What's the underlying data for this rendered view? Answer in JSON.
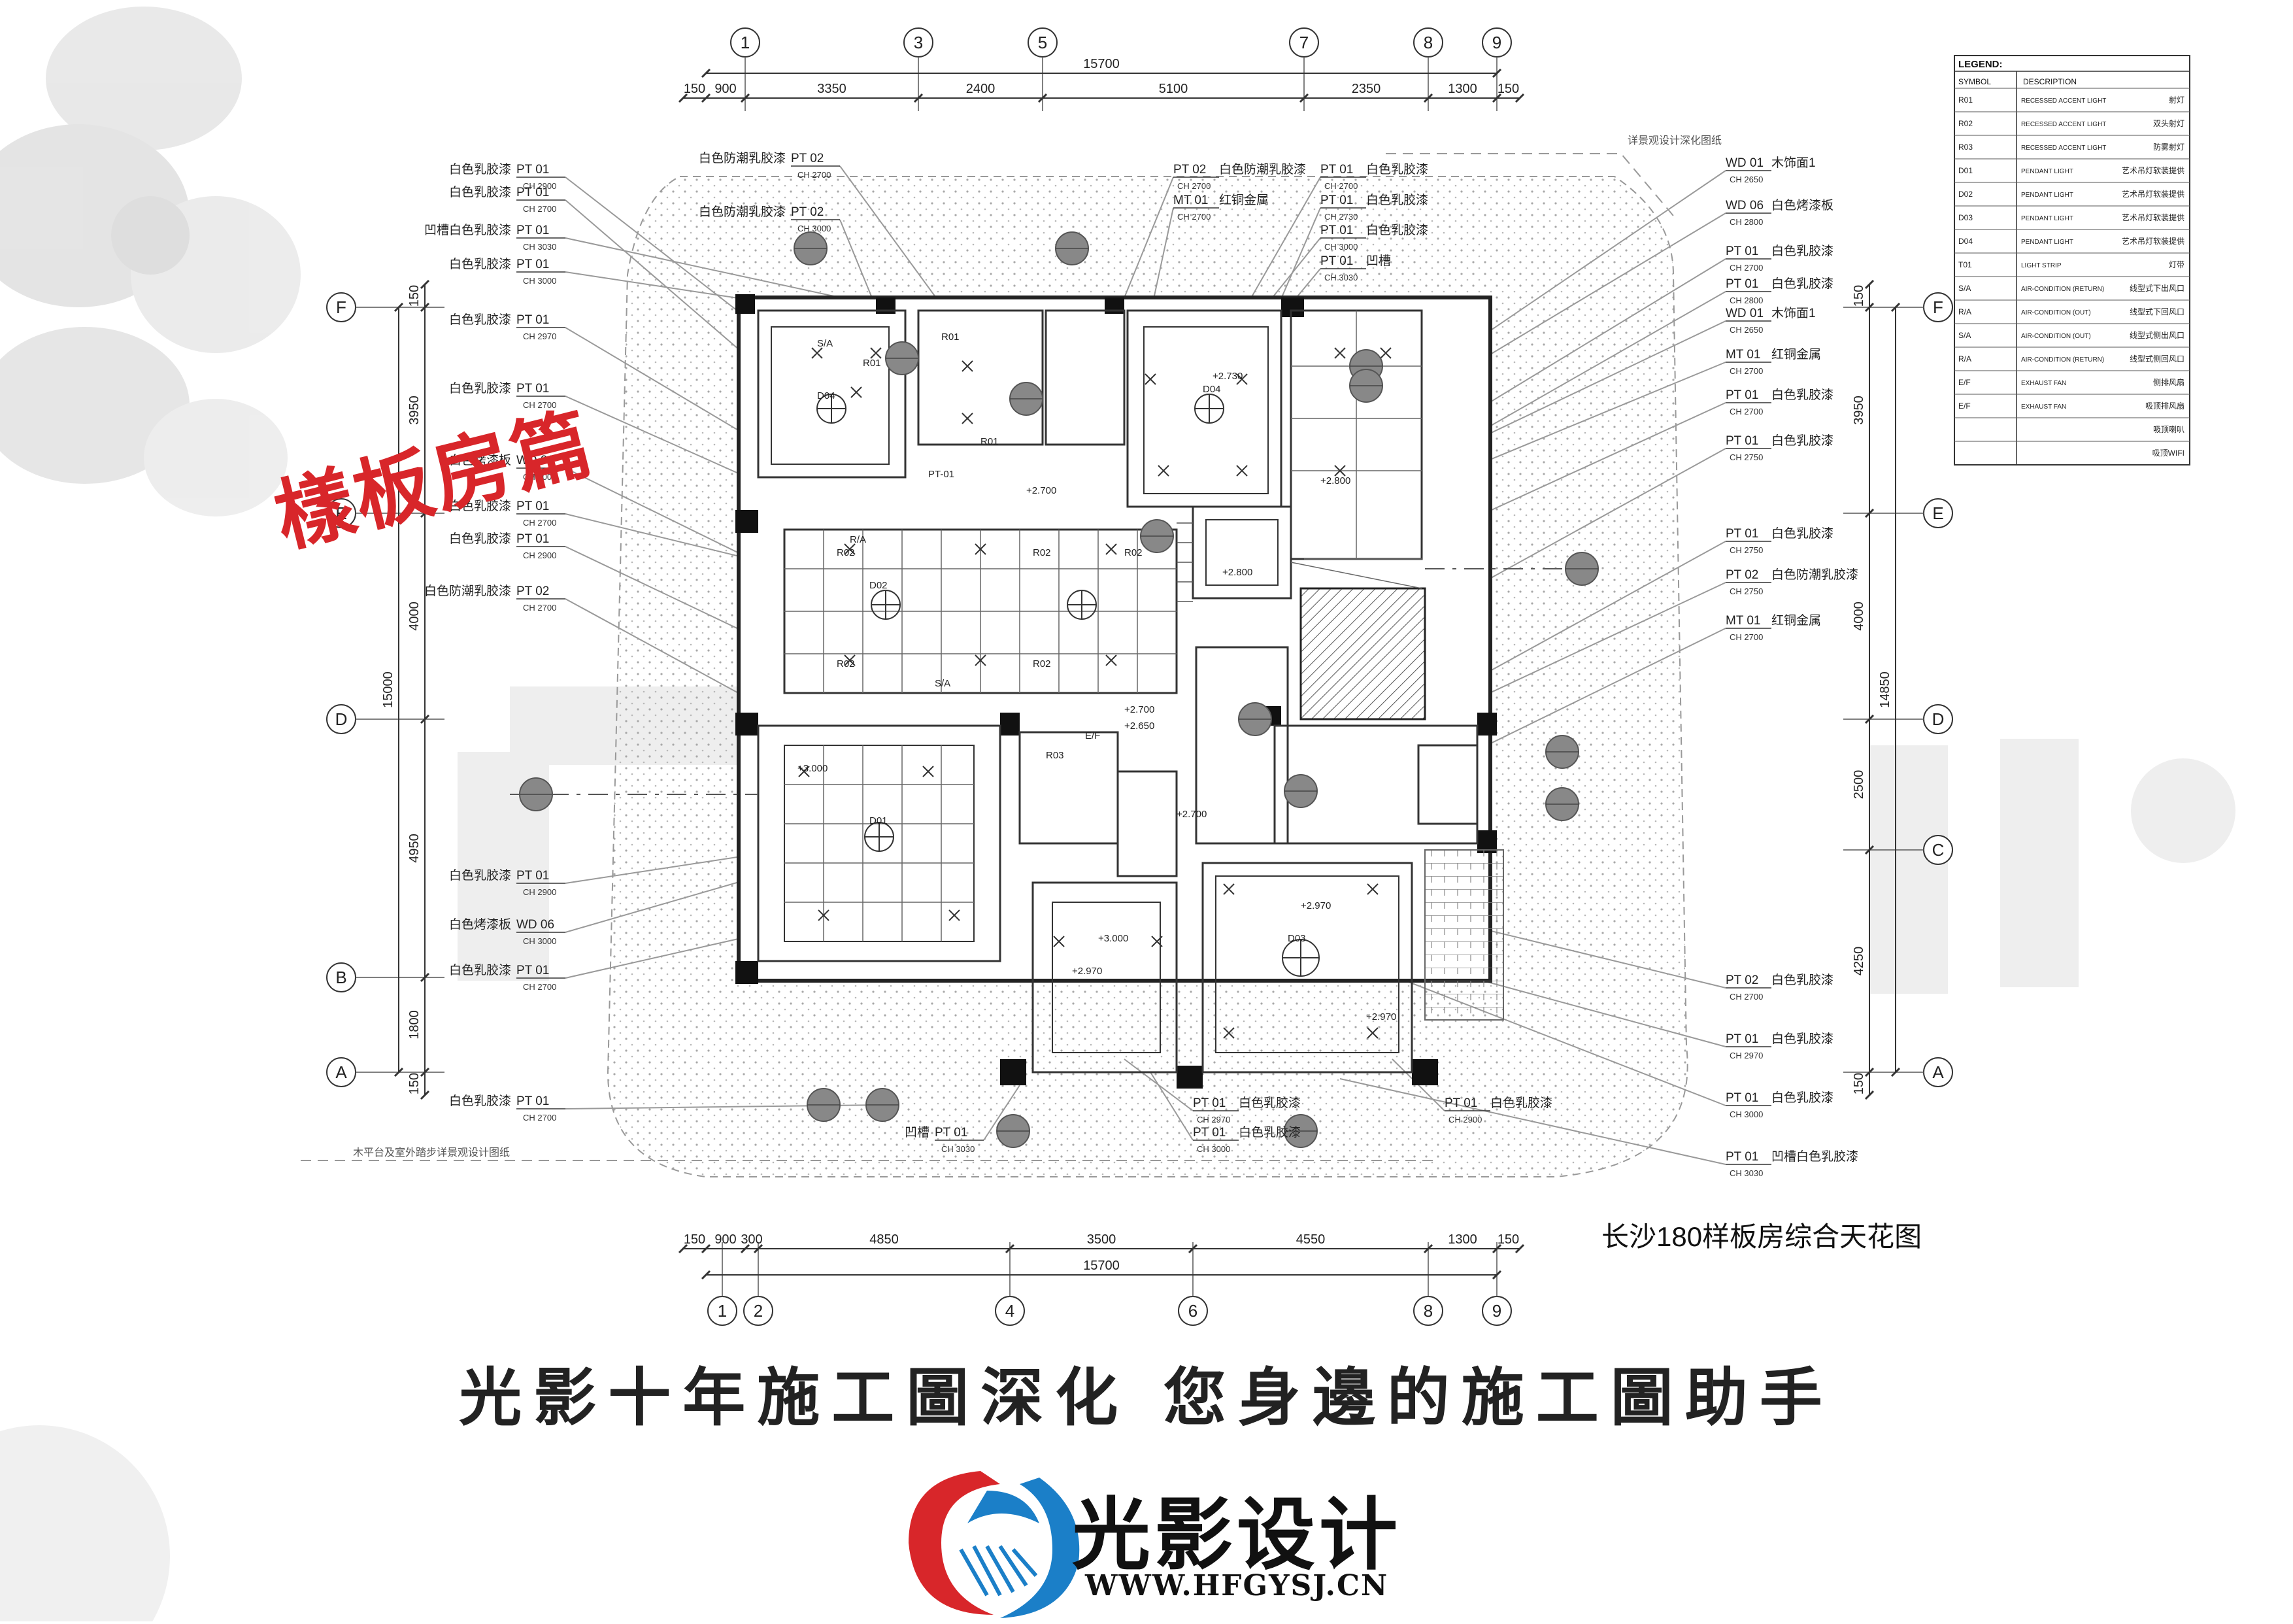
{
  "stamp_text": "樣板房篇",
  "slogan": "光影十年施工圖深化  您身邊的施工圖助手",
  "brand": {
    "name": "光影设计",
    "url": "WWW.HFGYSJ.CN"
  },
  "drawing_title": "长沙180样板房综合天花图",
  "grid": {
    "top_labels": [
      "1",
      "3",
      "5",
      "7",
      "8",
      "9"
    ],
    "bottom_labels": [
      "1",
      "2",
      "4",
      "6",
      "8",
      "9"
    ],
    "left_labels": [
      "F",
      "E",
      "D",
      "B",
      "A"
    ],
    "right_labels": [
      "F",
      "E",
      "D",
      "C",
      "A"
    ],
    "top_dims": [
      "150",
      "900",
      "3350",
      "2400",
      "5100",
      "2350",
      "1300",
      "150"
    ],
    "top_total": "15700",
    "bottom_dims": [
      "150",
      "900",
      "300",
      "4850",
      "3500",
      "4550",
      "1300",
      "150"
    ],
    "bottom_total": "15700",
    "left_dims": [
      "150",
      "3950",
      "4000",
      "4950",
      "1800",
      "150"
    ],
    "left_total": "15000",
    "right_dims": [
      "150",
      "3950",
      "4000",
      "2500",
      "4250",
      "150"
    ],
    "right_total": "14850"
  },
  "notes": {
    "top_right": "详景观设计深化图纸",
    "bottom_left": "木平台及室外踏步详景观设计图纸"
  },
  "left_callouts": [
    {
      "code": "PT 01",
      "desc": "白色乳胶漆",
      "ch": "CH 2900"
    },
    {
      "code": "PT 01",
      "desc": "白色乳胶漆",
      "ch": "CH 2700"
    },
    {
      "code": "PT 01",
      "desc": "凹槽白色乳胶漆",
      "ch": "CH 3030"
    },
    {
      "code": "PT 01",
      "desc": "白色乳胶漆",
      "ch": "CH 3000"
    },
    {
      "code": "PT 01",
      "desc": "白色乳胶漆",
      "ch": "CH 2970"
    },
    {
      "code": "PT 01",
      "desc": "白色乳胶漆",
      "ch": "CH 2700"
    },
    {
      "code": "WD 06",
      "desc": "白色烤漆板",
      "ch": "CH 3000"
    },
    {
      "code": "PT 01",
      "desc": "白色乳胶漆",
      "ch": "CH 2700"
    },
    {
      "code": "PT 01",
      "desc": "白色乳胶漆",
      "ch": "CH 2900"
    },
    {
      "code": "PT 02",
      "desc": "白色防潮乳胶漆",
      "ch": "CH 2700"
    },
    {
      "code": "PT 01",
      "desc": "白色乳胶漆",
      "ch": "CH 2900"
    },
    {
      "code": "WD 06",
      "desc": "白色烤漆板",
      "ch": "CH 3000"
    },
    {
      "code": "PT 01",
      "desc": "白色乳胶漆",
      "ch": "CH 2700"
    },
    {
      "code": "PT 01",
      "desc": "白色乳胶漆",
      "ch": "CH 2700"
    }
  ],
  "right_callouts": [
    {
      "code": "WD 01",
      "desc": "木饰面1",
      "ch": "CH 2650"
    },
    {
      "code": "WD 06",
      "desc": "白色烤漆板",
      "ch": "CH 2800"
    },
    {
      "code": "PT 01",
      "desc": "白色乳胶漆",
      "ch": "CH 2700"
    },
    {
      "code": "PT 01",
      "desc": "白色乳胶漆",
      "ch": "CH 2800"
    },
    {
      "code": "WD 01",
      "desc": "木饰面1",
      "ch": "CH 2650"
    },
    {
      "code": "MT 01",
      "desc": "红铜金属",
      "ch": "CH 2700"
    },
    {
      "code": "PT 01",
      "desc": "白色乳胶漆",
      "ch": "CH 2700"
    },
    {
      "code": "PT 01",
      "desc": "白色乳胶漆",
      "ch": "CH 2750"
    },
    {
      "code": "PT 01",
      "desc": "白色乳胶漆",
      "ch": "CH 2750"
    },
    {
      "code": "PT 02",
      "desc": "白色防潮乳胶漆",
      "ch": "CH 2750"
    },
    {
      "code": "MT 01",
      "desc": "红铜金属",
      "ch": "CH 2700"
    },
    {
      "code": "PT 02",
      "desc": "白色乳胶漆",
      "ch": "CH 2700"
    },
    {
      "code": "PT 01",
      "desc": "白色乳胶漆",
      "ch": "CH 2970"
    },
    {
      "code": "PT 01",
      "desc": "白色乳胶漆",
      "ch": "CH 3000"
    },
    {
      "code": "PT 01",
      "desc": "凹槽白色乳胶漆",
      "ch": "CH 3030"
    }
  ],
  "top_callouts": [
    {
      "code": "PT 02",
      "desc": "白色防潮乳胶漆",
      "ch": "CH 2700"
    },
    {
      "code": "PT 02",
      "desc": "白色防潮乳胶漆",
      "ch": "CH 3000"
    },
    {
      "code": "PT 02",
      "desc": "白色防潮乳胶漆",
      "ch": "CH 2700"
    },
    {
      "code": "MT 01",
      "desc": "红铜金属",
      "ch": "CH 2700"
    },
    {
      "code": "PT 01",
      "desc": "白色乳胶漆",
      "ch": "CH 2700"
    },
    {
      "code": "PT 01",
      "desc": "白色乳胶漆",
      "ch": "CH 2730"
    },
    {
      "code": "PT 01",
      "desc": "白色乳胶漆",
      "ch": "CH 3000"
    },
    {
      "code": "PT 01",
      "desc": "凹槽",
      "ch": "CH 3030"
    }
  ],
  "bottom_callouts": [
    {
      "code": "PT 01",
      "desc": "凹槽",
      "ch": "CH 3030"
    },
    {
      "code": "PT 01",
      "desc": "白色乳胶漆",
      "ch": "CH 2970"
    },
    {
      "code": "PT 01",
      "desc": "白色乳胶漆",
      "ch": "CH 3000"
    },
    {
      "code": "PT 01",
      "desc": "白色乳胶漆",
      "ch": "CH 2900"
    }
  ],
  "legend": {
    "title": "LEGEND:",
    "headers": [
      "SYMBOL",
      "DESCRIPTION"
    ],
    "rows": [
      {
        "sym": "R01",
        "en": "RECESSED ACCENT LIGHT",
        "cn": "射灯"
      },
      {
        "sym": "R02",
        "en": "RECESSED ACCENT LIGHT",
        "cn": "双头射灯"
      },
      {
        "sym": "R03",
        "en": "RECESSED ACCENT LIGHT",
        "cn": "防雾射灯"
      },
      {
        "sym": "D01",
        "en": "PENDANT LIGHT",
        "cn": "艺术吊灯软装提供"
      },
      {
        "sym": "D02",
        "en": "PENDANT LIGHT",
        "cn": "艺术吊灯软装提供"
      },
      {
        "sym": "D03",
        "en": "PENDANT LIGHT",
        "cn": "艺术吊灯软装提供"
      },
      {
        "sym": "D04",
        "en": "PENDANT LIGHT",
        "cn": "艺术吊灯软装提供"
      },
      {
        "sym": "T01",
        "en": "LIGHT STRIP",
        "cn": "灯带"
      },
      {
        "sym": "S/A",
        "en": "AIR-CONDITION (RETURN)",
        "cn": "线型式下出风口"
      },
      {
        "sym": "R/A",
        "en": "AIR-CONDITION (OUT)",
        "cn": "线型式下回风口"
      },
      {
        "sym": "S/A",
        "en": "AIR-CONDITION (OUT)",
        "cn": "线型式侧出风口"
      },
      {
        "sym": "R/A",
        "en": "AIR-CONDITION (RETURN)",
        "cn": "线型式侧回风口"
      },
      {
        "sym": "E/F",
        "en": "EXHAUST FAN",
        "cn": "侧排风扇"
      },
      {
        "sym": "E/F",
        "en": "EXHAUST FAN",
        "cn": "吸顶排风扇"
      },
      {
        "sym": "",
        "en": "",
        "cn": "吸顶喇叭"
      },
      {
        "sym": "",
        "en": "",
        "cn": "吸顶WIFI"
      }
    ]
  },
  "room_labels": [
    "R01",
    "R02",
    "R03",
    "D01",
    "D02",
    "D03",
    "D04",
    "S/A",
    "R/A",
    "E/F",
    "PT-01",
    "+2.700",
    "+2.730",
    "+2.800",
    "+2.650",
    "+3.000",
    "+2.970"
  ],
  "colors": {
    "stamp": "#d8262a",
    "logo_red": "#d8262a",
    "logo_blue": "#1b7fc8",
    "line": "#333333",
    "hatch": "#bdbdbd"
  },
  "icons": [
    "grid-bubble",
    "pendant-light-icon",
    "recessed-light-icon",
    "section-marker-icon",
    "logo-swirl-icon"
  ]
}
